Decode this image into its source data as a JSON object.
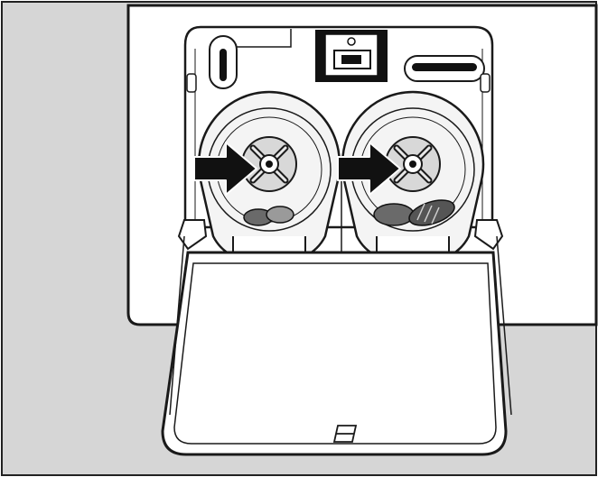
{
  "illustration": {
    "subject": "drain-pump-filters-behind-open-service-flap",
    "arrow_count": 2,
    "filter_count": 2,
    "colors": {
      "background": "#ffffff",
      "frame": "#222222",
      "panel_gray": "#d6d6d6",
      "outline": "#1a1a1a",
      "filter_fill": "#f4f4f4",
      "arrow_fill": "#111111",
      "coin_fill": "#6a6a6a"
    },
    "icons": [
      "arrow-right-icon",
      "flap-symbol-icon"
    ]
  }
}
